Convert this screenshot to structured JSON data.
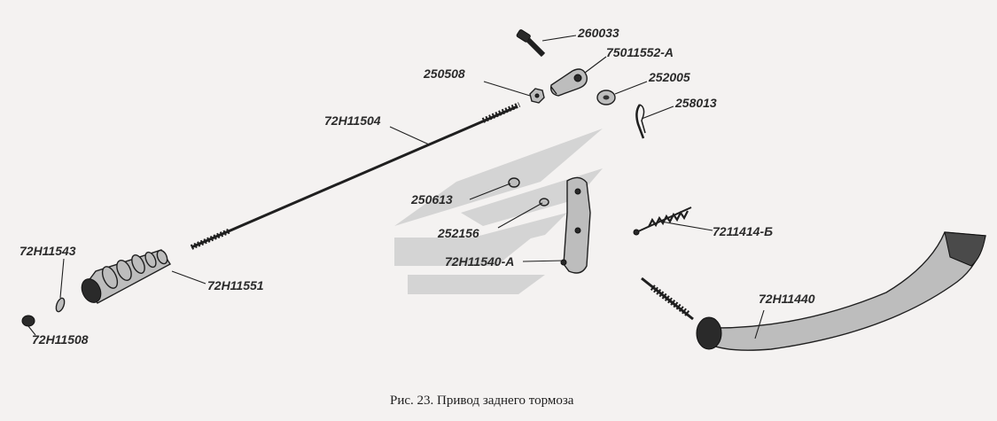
{
  "caption": "Рис. 23. Привод заднего тормоза",
  "parts": [
    {
      "id": "260033",
      "label": "260033"
    },
    {
      "id": "75011552-A",
      "label": "75011552-А"
    },
    {
      "id": "250508",
      "label": "250508"
    },
    {
      "id": "252005",
      "label": "252005"
    },
    {
      "id": "258013",
      "label": "258013"
    },
    {
      "id": "72H11504",
      "label": "72Н11504"
    },
    {
      "id": "250613",
      "label": "250613"
    },
    {
      "id": "252156",
      "label": "252156"
    },
    {
      "id": "7211414-B",
      "label": "7211414-Б"
    },
    {
      "id": "72H11540-A",
      "label": "72Н11540-А"
    },
    {
      "id": "72H11543",
      "label": "72Н11543"
    },
    {
      "id": "72H11551",
      "label": "72Н11551"
    },
    {
      "id": "72H11508",
      "label": "72Н11508"
    },
    {
      "id": "72H11440",
      "label": "72Н11440"
    }
  ],
  "colors": {
    "ink": "#1f1f1f",
    "watermark": "#c9c9c9",
    "background": "#f4f2f1"
  }
}
